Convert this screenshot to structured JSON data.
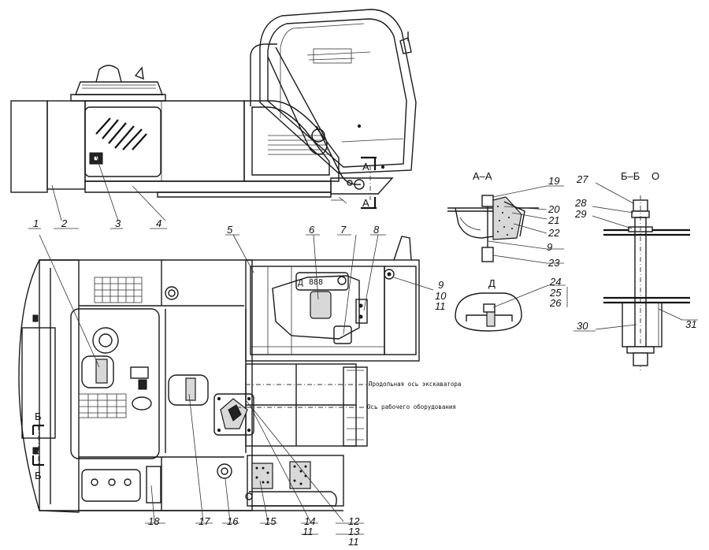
{
  "callouts": [
    "1",
    "2",
    "3",
    "4",
    "5",
    "6",
    "7",
    "8",
    "9",
    "10",
    "11",
    "12",
    "13",
    "14",
    "15",
    "16",
    "17",
    "18",
    "19",
    "20",
    "21",
    "22",
    "23",
    "24",
    "25",
    "26",
    "27",
    "28",
    "29",
    "30",
    "31"
  ],
  "section_labels": {
    "aa": "А–А",
    "bb": "Б–Б",
    "d_view": "Д",
    "d_small": "Д",
    "a_top": "А",
    "a_bottom": "А",
    "b_top": "Б",
    "b_bottom": "Б",
    "rot_symbol": "O"
  },
  "notes": {
    "excavator_axis": "Продольная ось экскаватора",
    "equipment_axis": "Ось рабочего оборудования"
  },
  "display": {
    "panel_readout": "888"
  }
}
